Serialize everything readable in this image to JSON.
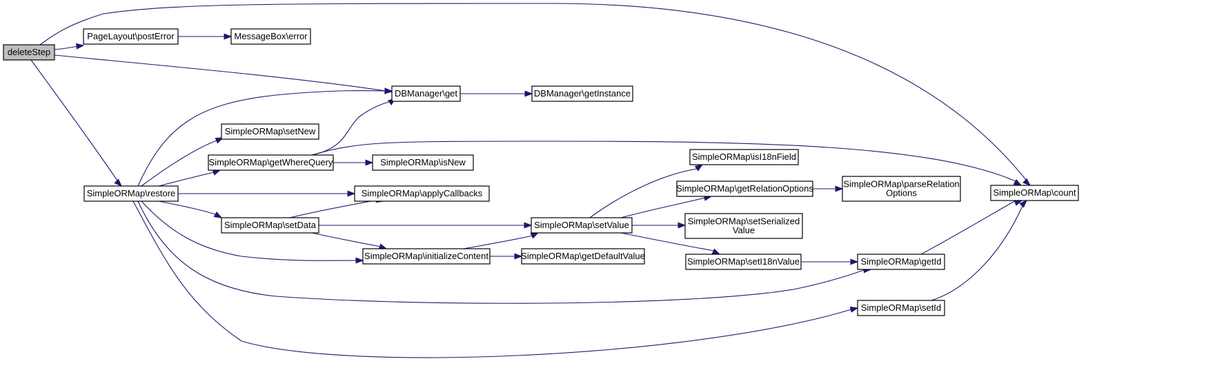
{
  "diagram": {
    "type": "call-graph",
    "colors": {
      "edge": "#191970",
      "root_fill": "#bfbfbf",
      "node_fill": "#ffffff",
      "node_border": "#000000"
    },
    "nodes": [
      {
        "id": "deleteStep",
        "lines": [
          "deleteStep"
        ],
        "root": true
      },
      {
        "id": "postError",
        "lines": [
          "PageLayout\\postError"
        ]
      },
      {
        "id": "mbError",
        "lines": [
          "MessageBox\\error"
        ]
      },
      {
        "id": "dbGet",
        "lines": [
          "DBManager\\get"
        ]
      },
      {
        "id": "dbGetInstance",
        "lines": [
          "DBManager\\getInstance"
        ]
      },
      {
        "id": "setNew",
        "lines": [
          "SimpleORMap\\setNew"
        ]
      },
      {
        "id": "getWhereQuery",
        "lines": [
          "SimpleORMap\\getWhereQuery"
        ]
      },
      {
        "id": "isNew",
        "lines": [
          "SimpleORMap\\isNew"
        ]
      },
      {
        "id": "restore",
        "lines": [
          "SimpleORMap\\restore"
        ]
      },
      {
        "id": "applyCallbacks",
        "lines": [
          "SimpleORMap\\applyCallbacks"
        ]
      },
      {
        "id": "setData",
        "lines": [
          "SimpleORMap\\setData"
        ]
      },
      {
        "id": "setValue",
        "lines": [
          "SimpleORMap\\setValue"
        ]
      },
      {
        "id": "initializeContent",
        "lines": [
          "SimpleORMap\\initializeContent"
        ]
      },
      {
        "id": "getDefaultValue",
        "lines": [
          "SimpleORMap\\getDefaultValue"
        ]
      },
      {
        "id": "isI18nField",
        "lines": [
          "SimpleORMap\\isI18nField"
        ]
      },
      {
        "id": "getRelationOptions",
        "lines": [
          "SimpleORMap\\getRelationOptions"
        ]
      },
      {
        "id": "parseRelationOptions",
        "lines": [
          "SimpleORMap\\parseRelation",
          "Options"
        ]
      },
      {
        "id": "setSerializedValue",
        "lines": [
          "SimpleORMap\\setSerialized",
          "Value"
        ]
      },
      {
        "id": "setI18nValue",
        "lines": [
          "SimpleORMap\\setI18nValue"
        ]
      },
      {
        "id": "getId",
        "lines": [
          "SimpleORMap\\getId"
        ]
      },
      {
        "id": "setId",
        "lines": [
          "SimpleORMap\\setId"
        ]
      },
      {
        "id": "count",
        "lines": [
          "SimpleORMap\\count"
        ]
      }
    ],
    "edges": [
      [
        "deleteStep",
        "count"
      ],
      [
        "deleteStep",
        "postError"
      ],
      [
        "postError",
        "mbError"
      ],
      [
        "deleteStep",
        "dbGet"
      ],
      [
        "deleteStep",
        "restore"
      ],
      [
        "dbGet",
        "dbGetInstance"
      ],
      [
        "restore",
        "dbGet"
      ],
      [
        "restore",
        "setNew"
      ],
      [
        "restore",
        "getWhereQuery"
      ],
      [
        "getWhereQuery",
        "dbGet"
      ],
      [
        "getWhereQuery",
        "count"
      ],
      [
        "getWhereQuery",
        "isNew"
      ],
      [
        "restore",
        "applyCallbacks"
      ],
      [
        "restore",
        "setData"
      ],
      [
        "setData",
        "applyCallbacks"
      ],
      [
        "setData",
        "setValue"
      ],
      [
        "setData",
        "initializeContent"
      ],
      [
        "restore",
        "initializeContent"
      ],
      [
        "initializeContent",
        "setValue"
      ],
      [
        "initializeContent",
        "getDefaultValue"
      ],
      [
        "setValue",
        "isI18nField"
      ],
      [
        "setValue",
        "getRelationOptions"
      ],
      [
        "getRelationOptions",
        "parseRelationOptions"
      ],
      [
        "setValue",
        "setSerializedValue"
      ],
      [
        "setValue",
        "setI18nValue"
      ],
      [
        "setI18nValue",
        "getId"
      ],
      [
        "restore",
        "getId"
      ],
      [
        "getId",
        "count"
      ],
      [
        "restore",
        "setId"
      ],
      [
        "setId",
        "count"
      ]
    ]
  }
}
